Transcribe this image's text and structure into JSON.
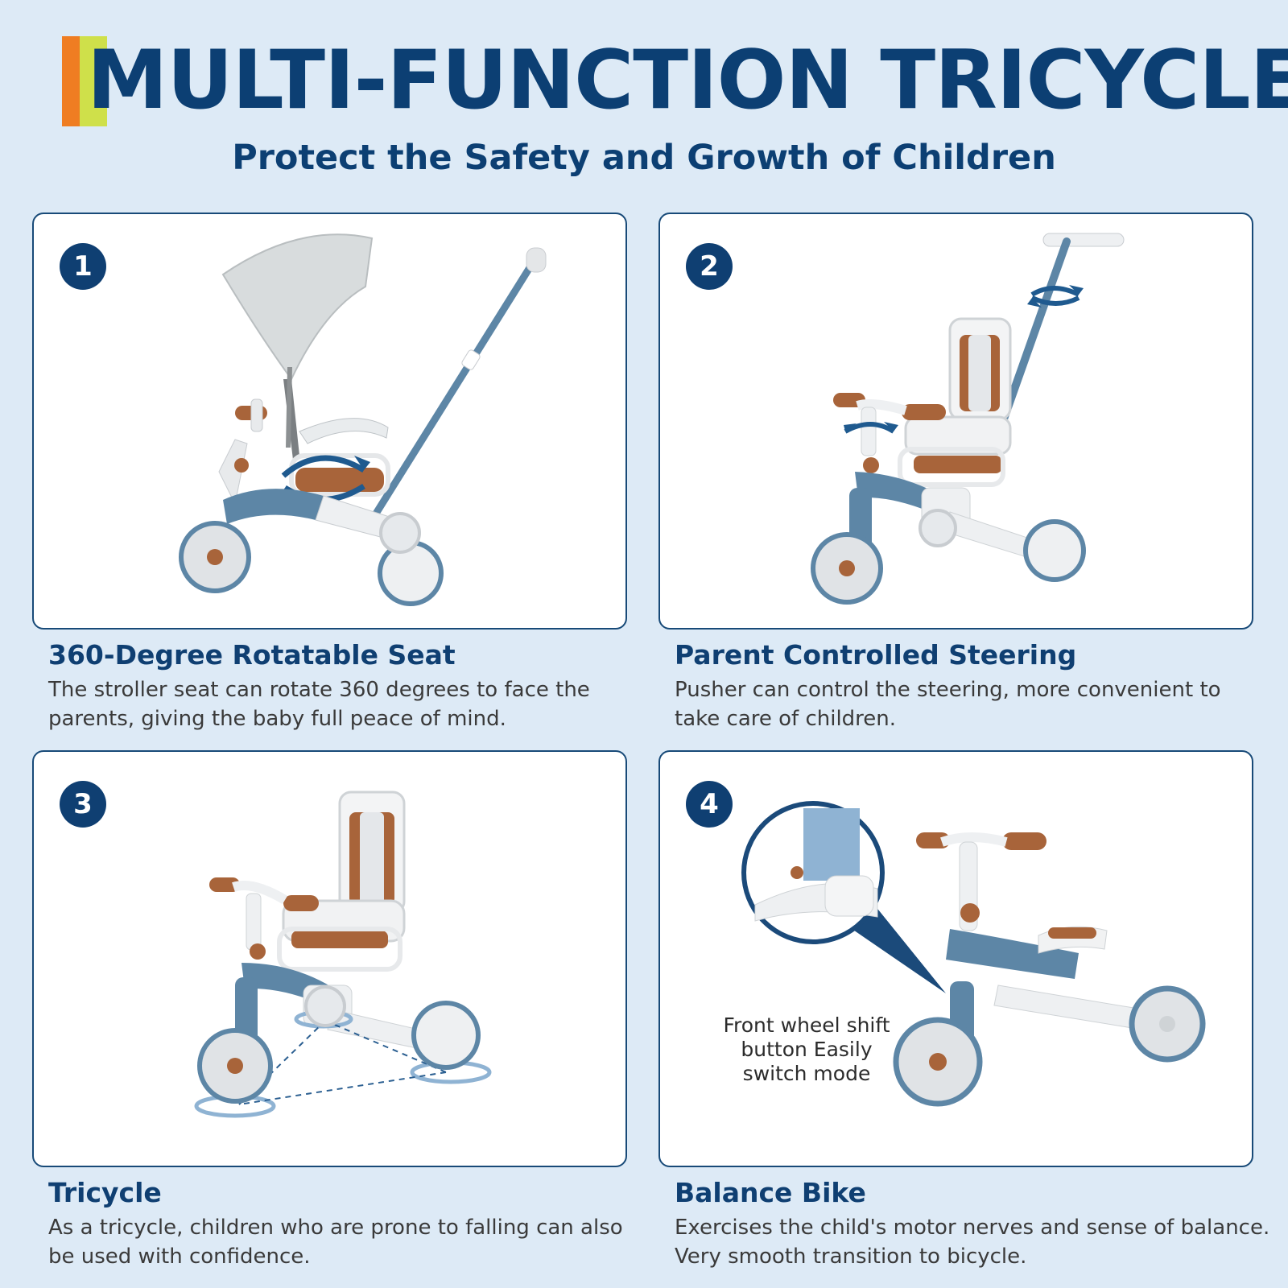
{
  "header": {
    "title": "MULTI-FUNCTION TRICYCLE",
    "subtitle": "Protect the Safety and Growth of Children",
    "title_color": "#0c3f73",
    "accent_colors": [
      "#ef7d22",
      "#cfe04a"
    ]
  },
  "features": [
    {
      "number": "1",
      "title": "360-Degree Rotatable Seat",
      "description": "The stroller seat can rotate 360 degrees to face the parents, giving the baby full peace of mind.",
      "illustration": "stroller-with-canopy-icon"
    },
    {
      "number": "2",
      "title": "Parent Controlled Steering",
      "description": "Pusher can control the steering, more convenient to take care of children.",
      "illustration": "tricycle-with-push-handle-icon"
    },
    {
      "number": "3",
      "title": "Tricycle",
      "description": "As a tricycle, children who are prone to falling can also be used with confidence.",
      "illustration": "tricycle-icon"
    },
    {
      "number": "4",
      "title": "Balance Bike",
      "description": "Exercises the child's motor nerves and sense of balance. Very smooth transition to bicycle.",
      "illustration": "balance-bike-icon",
      "callout": "Front wheel shift button Easily switch mode"
    }
  ],
  "colors": {
    "background": "#ddeaf6",
    "panel_border": "#184a78",
    "badge": "#0f3f72",
    "frame_blue": "#5d86a6",
    "seat_brown": "#a8643a"
  }
}
